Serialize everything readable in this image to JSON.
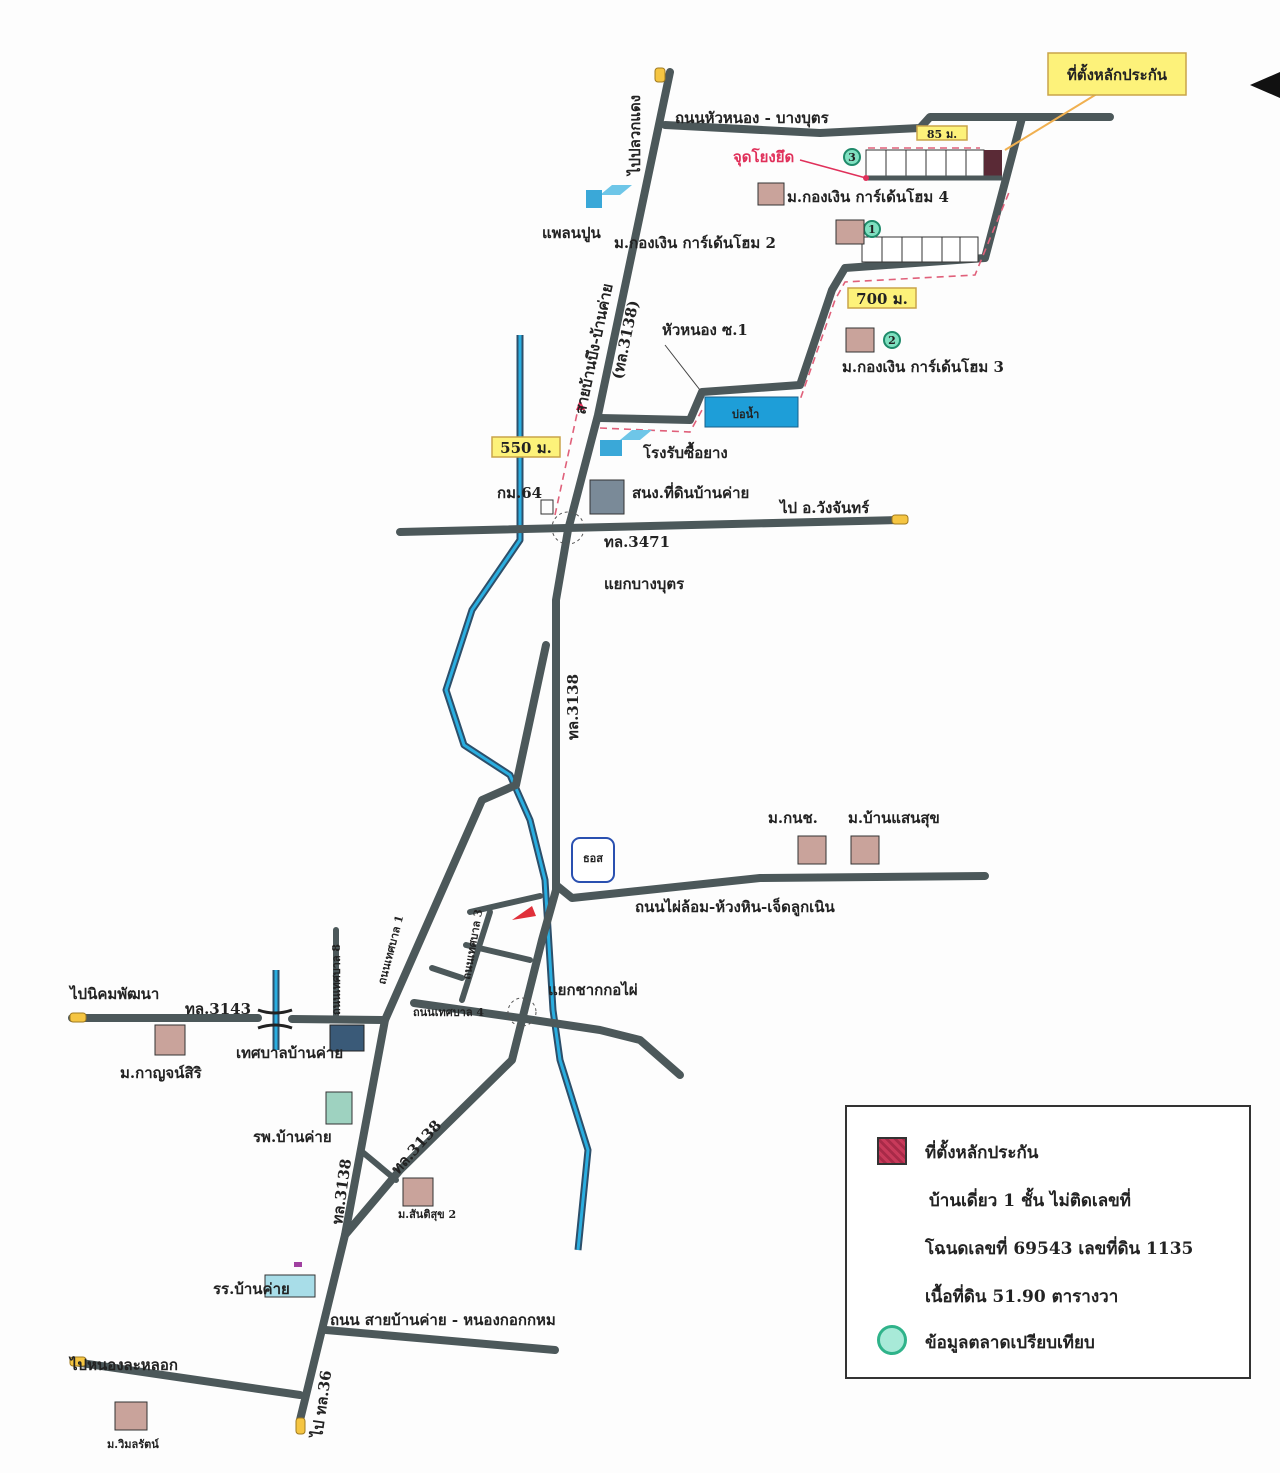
{
  "colors": {
    "road": "#4c585a",
    "canal": "#2aaee0",
    "collateral": "#5a2a36",
    "route": "#e0607a",
    "tag": "#fdf27a",
    "comparable": "#7fe0c0"
  },
  "title_tag": "ที่ตั้งหลักประกัน",
  "roads": {
    "huanong_bangbut": "ถนนหัวหนอง - บางบุตร",
    "to_pluakdaeng": "ไปปลวกแดง",
    "main_route_name": "สายบ้านบึง-บ้านค่าย",
    "main_route_code": "(ทล.3138)",
    "huanong_soi1": "หัวหนอง ซ.1",
    "hw3471": "ทล.3471",
    "to_wangchan": "ไป อ.วังจันทร์",
    "hw3138_mid": "ทล.3138",
    "phai_lom_road": "ถนนไผ่ล้อม-ห้วงหิน-เจ็ดลูกเนิน",
    "to_nikhom": "ไปนิคมพัฒนา",
    "hw3143": "ทล.3143",
    "thetsaban8": "ถนนเทศบาล 8",
    "thetsaban1": "ถนนเทศบาล 1",
    "thetsaban_a": "ถนนเทศบาล 3",
    "thetsaban_b": "ถนนเทศบาล 4",
    "hw3138_diag": "ทล.3138",
    "hw3138_south": "ทล.3138",
    "ban_khai_nong_kok": "ถนน สายบ้านค่าย - หนองกอกกหม",
    "to_nong_lalok": "ไปหนองละหลอก",
    "to_hw36": "ไป ทล.36"
  },
  "junctions": {
    "bang_but": "แยกบางบุตร",
    "chak_ko_phai": "แยกชากกอไผ่"
  },
  "distances": {
    "d85": "85 ม.",
    "d700": "700 ม.",
    "d550": "550 ม."
  },
  "landmarks": {
    "anchor_point": "จุดโยงยึด",
    "garden4": "ม.กองเงิน การ์เด้นโฮม 4",
    "garden2": "ม.กองเงิน การ์เด้นโฮม 2",
    "garden3": "ม.กองเงิน การ์เด้นโฮม 3",
    "plant": "แพลนปูน",
    "pond": "บ่อน้ำ",
    "rubber": "โรงรับซื้อยาง",
    "land_office": "สนง.ที่ดินบ้านค่าย",
    "km": "กม.64",
    "kanoch": "ม.กนช.",
    "baan_saensuk": "ม.บ้านแสนสุข",
    "karnsiri": "ม.กาญจน์สิริ",
    "municipality": "เทศบาลบ้านค่าย",
    "hospital": "รพ.บ้านค่าย",
    "santisuk": "ม.สันติสุข 2",
    "school": "รร.บ้านค่าย",
    "wimonrat": "ม.วิมลรัตน์",
    "bank_logo": "ธอส"
  },
  "comparables": [
    "1",
    "2",
    "3"
  ],
  "legend": {
    "collateral": "ที่ตั้งหลักประกัน",
    "line1": "บ้านเดี่ยว 1 ชั้น ไม่ติดเลขที่",
    "line2": "โฉนดเลขที่ 69543 เลขที่ดิน 1135",
    "line3": "เนื้อที่ดิน 51.90 ตารางวา",
    "comparable": "ข้อมูลตลาดเปรียบเทียบ"
  }
}
